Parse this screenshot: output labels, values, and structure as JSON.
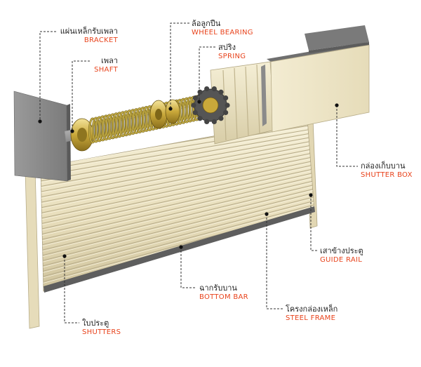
{
  "colors": {
    "label_th": "#222222",
    "label_en": "#e8431c",
    "slat": "#ece3c4",
    "slat_groove": "#b9ae8c",
    "gray_panel": "#858585",
    "spring": "#c9b24a",
    "leader": "#333333"
  },
  "labels": [
    {
      "id": "bracket",
      "th": "แผ่นเหล็กรับเพลา",
      "en": "BRACKET"
    },
    {
      "id": "shaft",
      "th": "เพลา",
      "en": "SHAFT"
    },
    {
      "id": "wheel-bearing",
      "th": "ล้อลูกปืน",
      "en": "WHEEL BEARING"
    },
    {
      "id": "spring",
      "th": "สปริง",
      "en": "SPRING"
    },
    {
      "id": "shutter-box",
      "th": "กล่องเก็บบาน",
      "en": "SHUTTER BOX"
    },
    {
      "id": "guide-rail",
      "th": "เสาข้างประตู",
      "en": "GUIDE RAIL"
    },
    {
      "id": "bottom-bar",
      "th": "ฉากรับบาน",
      "en": "BOTTOM BAR"
    },
    {
      "id": "steel-frame",
      "th": "โครงกล่องเหล็ก",
      "en": "STEEL FRAME"
    },
    {
      "id": "shutters",
      "th": "ใบประตู",
      "en": "SHUTTERS"
    }
  ]
}
